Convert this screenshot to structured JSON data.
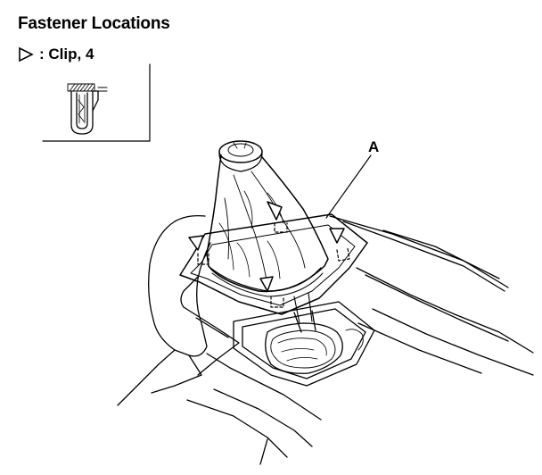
{
  "title": "Fastener Locations",
  "legend": {
    "symbol": "triangle-marker-icon",
    "text": ": Clip, 4"
  },
  "callout": {
    "label": "A"
  }
}
